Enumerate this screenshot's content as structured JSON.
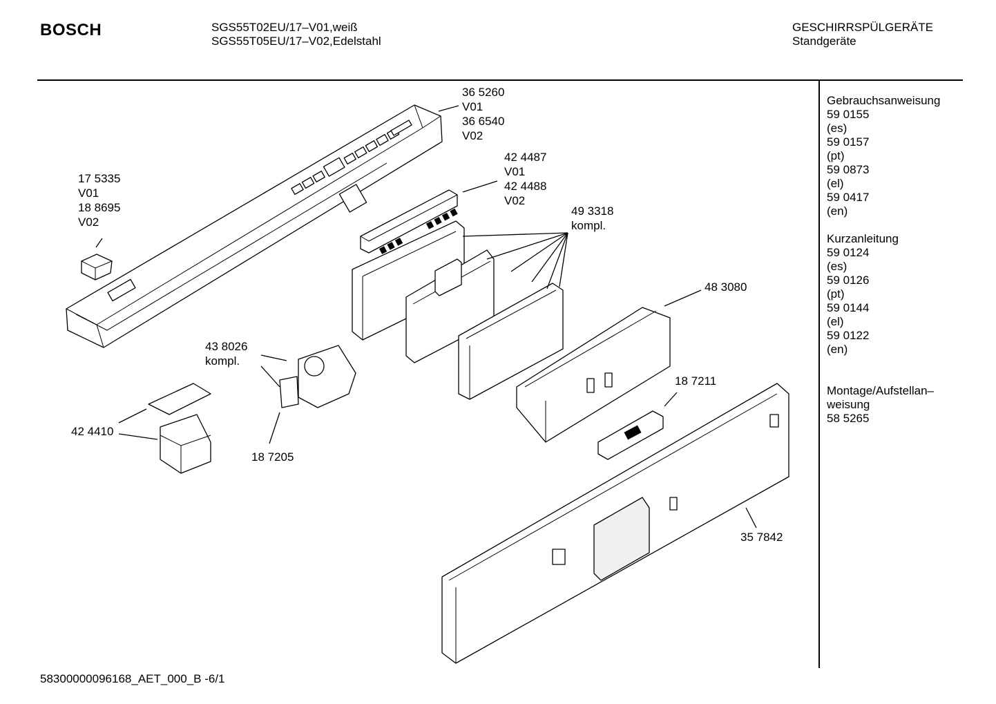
{
  "header": {
    "brand": "BOSCH",
    "model_line_1": "SGS55T02EU/17–V01,weiß",
    "model_line_2": "SGS55T05EU/17–V02,Edelstahl",
    "category": "GESCHIRRSPÜLGERÄTE",
    "subcategory": "Standgeräte"
  },
  "sidebar": {
    "manual_title": "Gebrauchsanweisung",
    "manual_items": [
      {
        "number": "59 0155",
        "lang": "(es)"
      },
      {
        "number": "59 0157",
        "lang": "(pt)"
      },
      {
        "number": "59 0873",
        "lang": "(el)"
      },
      {
        "number": "59 0417",
        "lang": "(en)"
      }
    ],
    "short_title": "Kurzanleitung",
    "short_items": [
      {
        "number": "59 0124",
        "lang": "(es)"
      },
      {
        "number": "59 0126",
        "lang": "(pt)"
      },
      {
        "number": "59 0144",
        "lang": "(el)"
      },
      {
        "number": "59 0122",
        "lang": "(en)"
      }
    ],
    "install_title_1": "Montage/Aufstellan–",
    "install_title_2": "weisung",
    "install_number": "58 5265"
  },
  "parts": {
    "p365260": {
      "l1": "36 5260",
      "l2": "V01",
      "l3": "36 6540",
      "l4": "V02"
    },
    "p175335": {
      "l1": "17 5335",
      "l2": "V01",
      "l3": "18 8695",
      "l4": "V02"
    },
    "p424487": {
      "l1": "42 4487",
      "l2": "V01",
      "l3": "42 4488",
      "l4": "V02"
    },
    "p493318": {
      "l1": "49 3318",
      "l2": "kompl."
    },
    "p483080": {
      "l1": "48 3080"
    },
    "p438026": {
      "l1": "43 8026",
      "l2": "kompl."
    },
    "p187211": {
      "l1": "18 7211"
    },
    "p424410": {
      "l1": "42 4410"
    },
    "p187205": {
      "l1": "18 7205"
    },
    "p357842": {
      "l1": "35 7842"
    }
  },
  "footer": {
    "document_id": "58300000096168_AET_000_B  -6/1"
  }
}
